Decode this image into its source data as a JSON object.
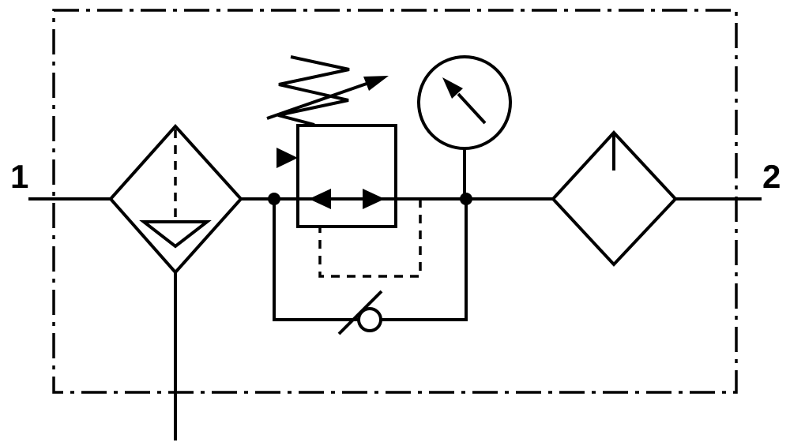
{
  "diagram": {
    "kind": "pneumatic-schematic",
    "description": "Compressed-air service unit: filter with water separator and manual drain, adjustable pressure regulator with pressure gauge, check-valve bypass line, and lubricator, enclosed in a dash-dot assembly border",
    "ports": {
      "inlet_label": "1",
      "outlet_label": "2"
    },
    "components": [
      {
        "id": "filter-water-separator",
        "name": "filter with water separator and condensate drain"
      },
      {
        "id": "pressure-regulator",
        "name": "adjustable relieving pressure regulator with pilot line"
      },
      {
        "id": "pressure-gauge",
        "name": "pressure gauge"
      },
      {
        "id": "check-valve-bypass",
        "name": "bypass line with check valve"
      },
      {
        "id": "lubricator",
        "name": "lubricator"
      }
    ],
    "colors": {
      "stroke": "#000000",
      "background": "#ffffff"
    }
  }
}
